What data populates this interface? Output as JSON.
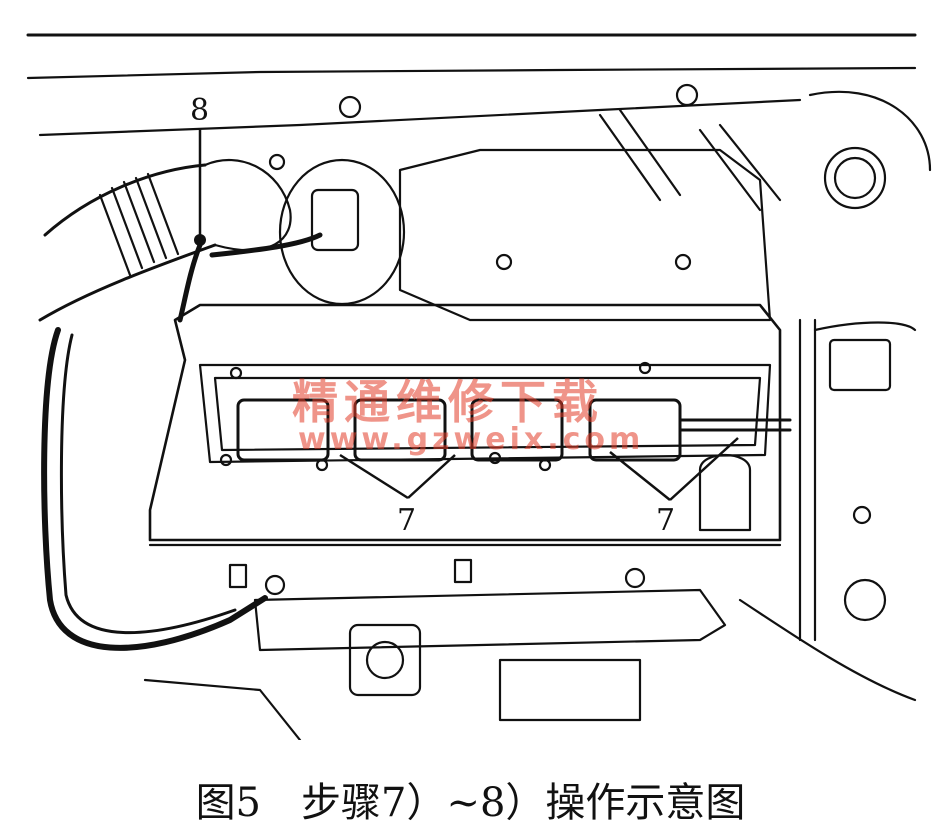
{
  "callouts": {
    "part8": "8",
    "part7_left": "7",
    "part7_right": "7"
  },
  "watermark": {
    "text_cn": "精通维修下载",
    "url": "www.gzweix.com"
  },
  "caption": "图5　步骤7）~8）操作示意图"
}
